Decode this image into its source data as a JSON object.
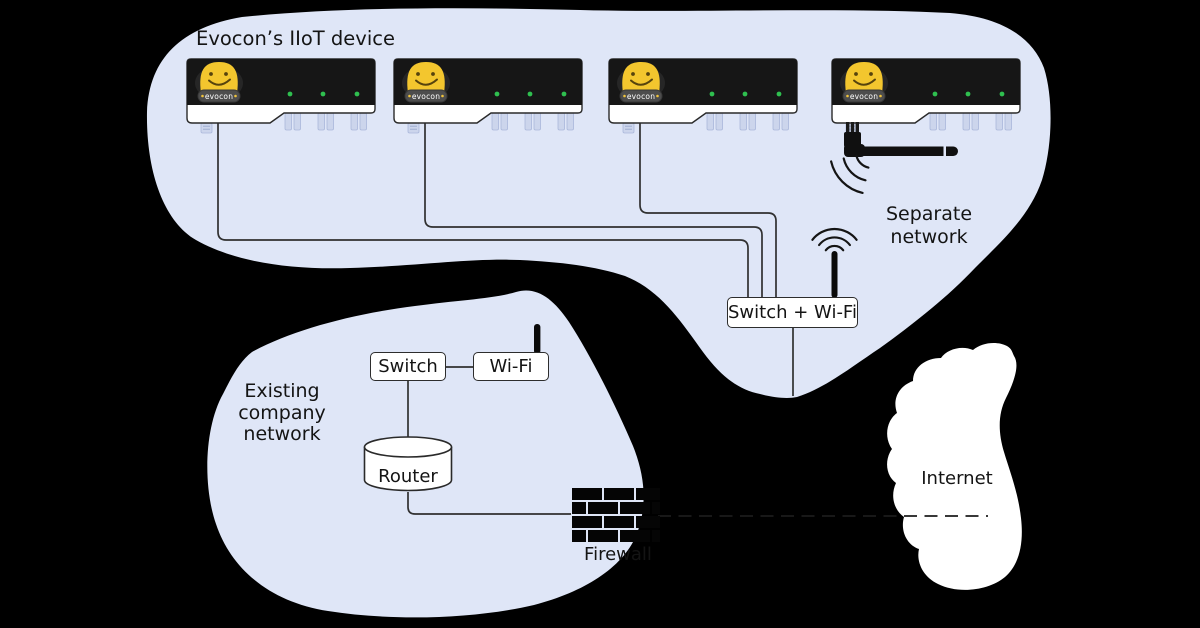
{
  "diagram": {
    "title": "Evocon’s IIoT device",
    "regions": {
      "separate": {
        "label": "Separate network"
      },
      "existing": {
        "label": "Existing company network"
      }
    },
    "nodes": {
      "switch_wifi": {
        "label": "Switch + Wi-Fi"
      },
      "switch": {
        "label": "Switch"
      },
      "wifi": {
        "label": "Wi-Fi"
      },
      "router": {
        "label": "Router"
      },
      "firewall": {
        "label": "Firewall"
      },
      "internet": {
        "label": "Internet"
      }
    },
    "device": {
      "brand": "evocon",
      "count": 4,
      "leds_per_device": 3
    },
    "colors": {
      "background": "#000000",
      "region_fill": "#dfe6f7",
      "device_panel": "#161616",
      "mascot": "#f3c62e",
      "led": "#2fbf4f",
      "cloud": "#ffffff",
      "line": "#303030"
    }
  }
}
